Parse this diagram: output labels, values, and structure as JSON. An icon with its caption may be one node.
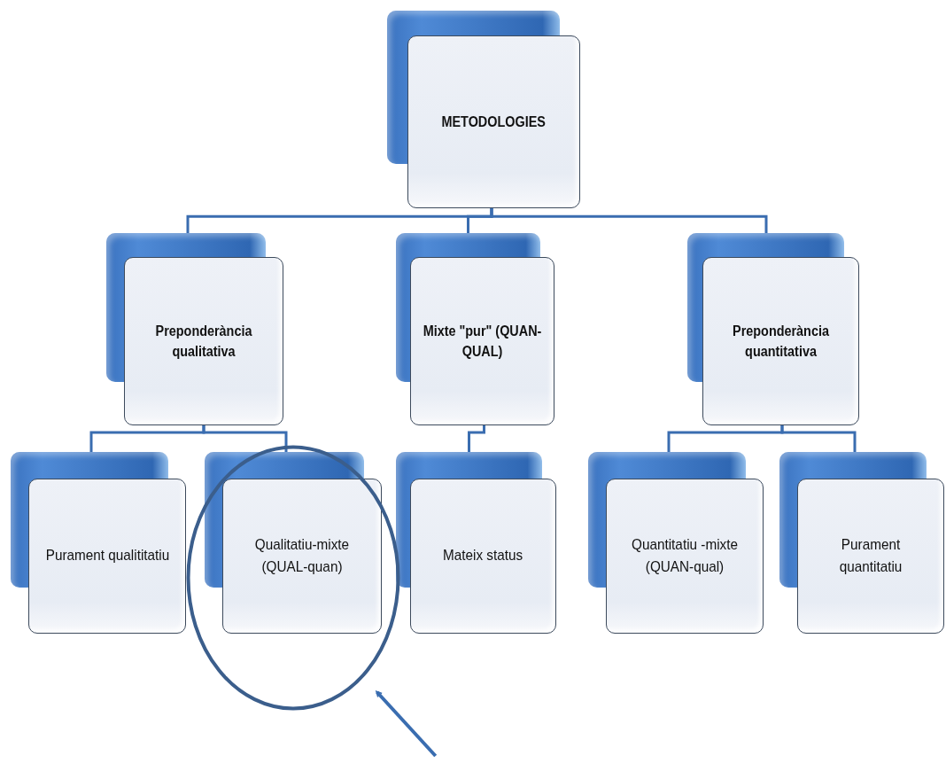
{
  "diagram": {
    "nodes": [
      {
        "text": [
          "METODOLOGIES"
        ]
      },
      {
        "text": [
          "Preponderància qualitativa"
        ]
      },
      {
        "text": [
          "Mixte \"pur\" (QUAN-QUAL)"
        ]
      },
      {
        "text": [
          "Preponderància quantitativa"
        ]
      },
      {
        "text": [
          "Purament qualititatiu"
        ]
      },
      {
        "text": [
          "Qualitatiu-mixte (QUAL-quan)"
        ],
        "in": 9
      },
      {
        "text": [
          "Mateix status"
        ]
      },
      {
        "text": [
          "Quantitatiu -mixte (QUAN-qual)"
        ]
      },
      {
        "text": [
          "Purament quantitatiu"
        ]
      },
      {
        "text": [],
        "shape": "circle"
      }
    ],
    "edges": [
      {
        "from": 0,
        "to": 1,
        "arrow": "none"
      },
      {
        "from": 0,
        "to": 2,
        "arrow": "none"
      },
      {
        "from": 0,
        "to": 3,
        "arrow": "none"
      },
      {
        "from": 1,
        "to": 4,
        "arrow": "none"
      },
      {
        "from": 1,
        "to": 5,
        "arrow": "none"
      },
      {
        "from": 2,
        "to": 6,
        "arrow": "none"
      },
      {
        "from": 3,
        "to": 7,
        "arrow": "none"
      },
      {
        "from": 3,
        "to": 8,
        "arrow": "none"
      },
      {
        "from": null,
        "to": 9,
        "arrow": "to"
      }
    ]
  }
}
